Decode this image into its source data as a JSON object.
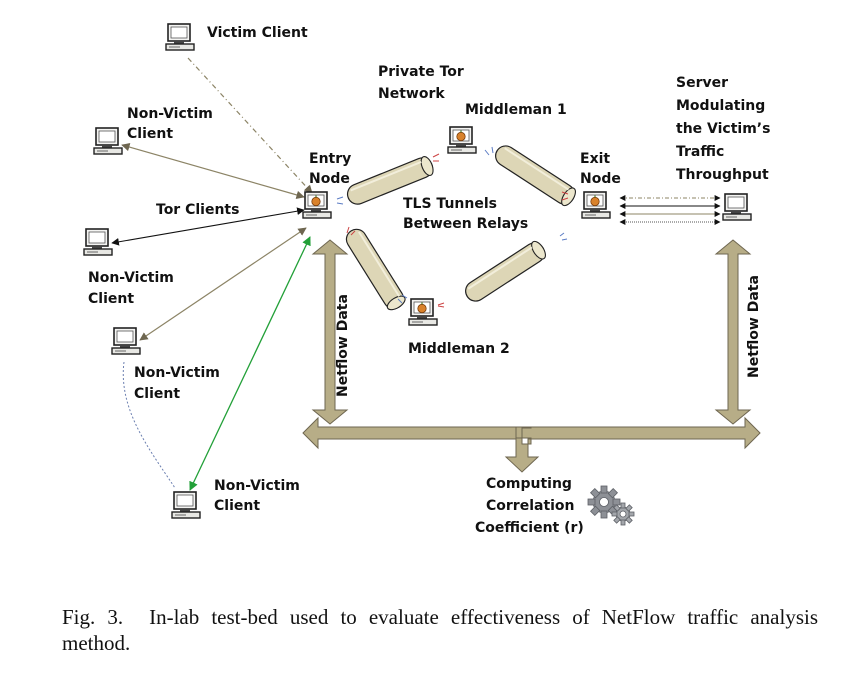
{
  "labels": {
    "victim_client": "Victim Client",
    "non_victim_1": [
      "Non-Victim",
      "Client"
    ],
    "tor_clients": "Tor Clients",
    "non_victim_2": [
      "Non-Victim",
      "Client"
    ],
    "non_victim_3": [
      "Non-Victim",
      "Client"
    ],
    "non_victim_4": [
      "Non-Victim",
      "Client"
    ],
    "entry_node": [
      "Entry",
      "Node"
    ],
    "private_tor": [
      "Private Tor",
      "Network"
    ],
    "middleman_1": "Middleman 1",
    "middleman_2": "Middleman 2",
    "tls_tunnels": [
      "TLS Tunnels",
      "Between Relays"
    ],
    "exit_node": [
      "Exit",
      "Node"
    ],
    "server": [
      "Server",
      "Modulating",
      "the Victim’s",
      "Traffic",
      "Throughput"
    ],
    "netflow_left": "Netflow Data",
    "netflow_right": "Netflow Data",
    "computing": [
      "Computing",
      "Correlation",
      "Coefficient (r)"
    ]
  },
  "caption": {
    "fig": "Fig. 3.",
    "text": "In-lab test-bed used to evaluate effectiveness of NetFlow traffic analysis method."
  },
  "colors": {
    "arrow_olive": "#8c8466",
    "arrow_olive_fill": "#b7ad87",
    "tunnel_fill": "#ddd6b6",
    "green_link": "#22a038",
    "blue_link": "#6b7fb0",
    "gear": "#8d9096"
  }
}
